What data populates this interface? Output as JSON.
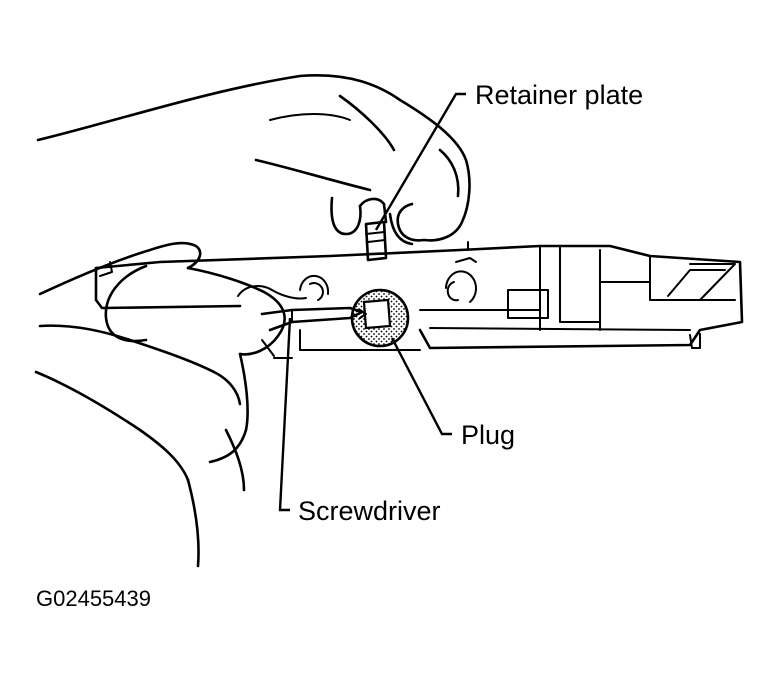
{
  "labels": {
    "retainer_plate": "Retainer plate",
    "plug": "Plug",
    "screwdriver": "Screwdriver"
  },
  "figure_code": "G02455439"
}
